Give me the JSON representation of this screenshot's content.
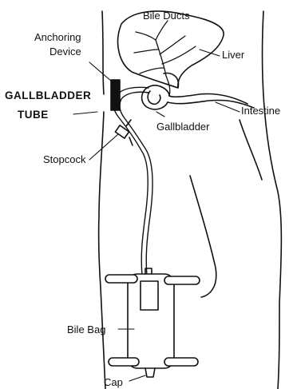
{
  "labels": {
    "bile_ducts": "Bile Ducts",
    "liver": "Liver",
    "anchoring_device_line1": "Anchoring",
    "anchoring_device_line2": "Device",
    "gallbladder_tube_line1": "GALLBLADDER",
    "gallbladder_tube_line2": "TUBE",
    "intestine": "Intestine",
    "gallbladder": "Gallbladder",
    "stopcock": "Stopcock",
    "bile_bag": "Bile Bag",
    "cap": "Cap"
  },
  "colors": {
    "ink": "#111111",
    "background": "#ffffff"
  }
}
